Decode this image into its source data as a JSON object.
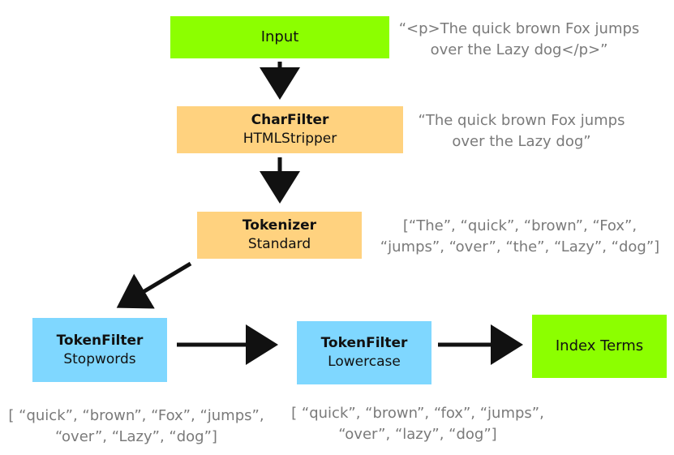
{
  "colors": {
    "input": "#8cff00",
    "filter": "#ffd27f",
    "token": "#7fd7ff",
    "arrow": "#111111",
    "note": "#7a7a7a"
  },
  "nodes": {
    "input": {
      "label": "Input"
    },
    "char_filter": {
      "title": "CharFilter",
      "subtitle": "HTMLStripper"
    },
    "tokenizer": {
      "title": "Tokenizer",
      "subtitle": "Standard"
    },
    "stopwords": {
      "title": "TokenFilter",
      "subtitle": "Stopwords"
    },
    "lowercase": {
      "title": "TokenFilter",
      "subtitle": "Lowercase"
    },
    "index_terms": {
      "label": "Index Terms"
    }
  },
  "annotations": {
    "input_text": {
      "line1": "“<p>The quick brown Fox jumps",
      "line2": "over the Lazy dog</p>”"
    },
    "char_filter_text": {
      "line1": "“The quick brown Fox jumps",
      "line2": "over the Lazy dog”"
    },
    "tokenizer_text": {
      "line1": "[“The”, “quick”, “brown”, “Fox”,",
      "line2": "“jumps”, “over”, “the”, “Lazy”, “dog”]"
    },
    "stopwords_text": {
      "line1": "[ “quick”, “brown”, “Fox”, “jumps”,",
      "line2": "“over”, “Lazy”, “dog”]"
    },
    "lowercase_text": {
      "line1": "[ “quick”, “brown”, “fox”, “jumps”,",
      "line2": "“over”, “lazy”, “dog”]"
    }
  }
}
